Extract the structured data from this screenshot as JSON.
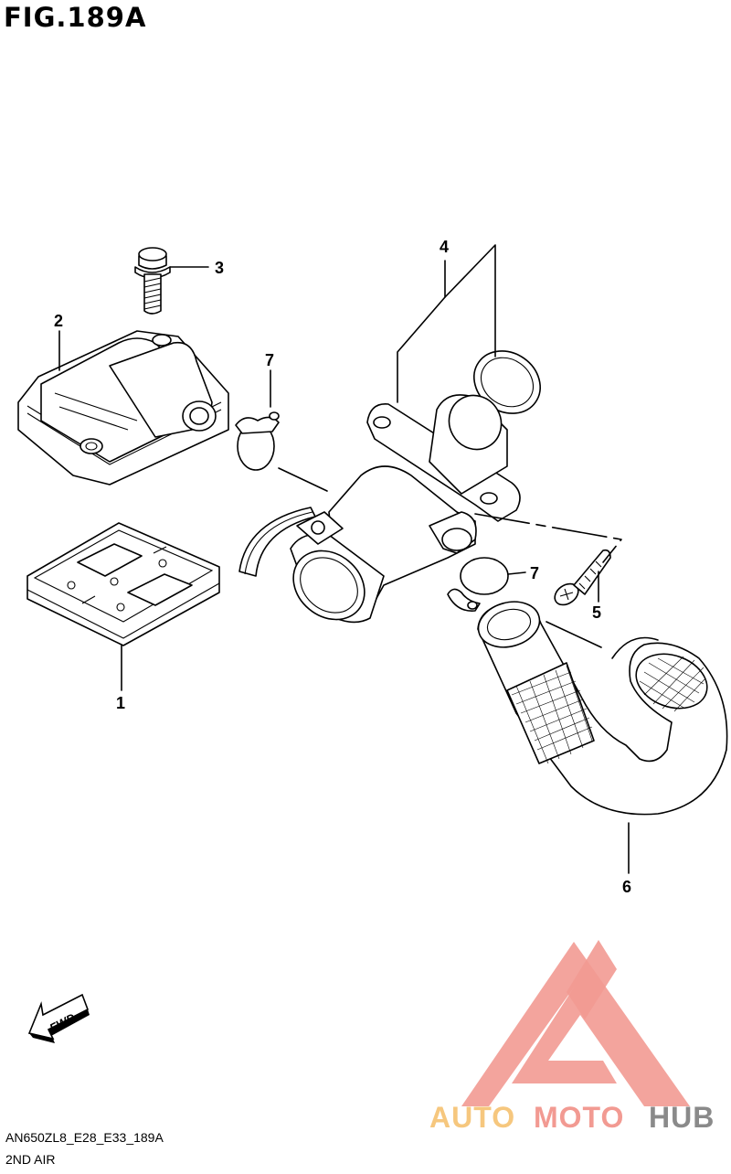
{
  "figure": {
    "title": "FIG.189A",
    "model_code": "AN650ZL8_E28_E33_189A",
    "caption": "2ND AIR"
  },
  "callouts": {
    "n1": "1",
    "n2": "2",
    "n3": "3",
    "n4": "4",
    "n5": "5",
    "n6": "6",
    "n7a": "7",
    "n7b": "7"
  },
  "fwd": {
    "label": "FWD"
  },
  "watermark": {
    "part1": "AUTO",
    "part2": "MOTO",
    "part3": "HUB",
    "colors": {
      "auto": "#f6c77e",
      "moto": "#f29a92",
      "hub": "#8a8a8a",
      "triangle": "#f29a92"
    }
  }
}
